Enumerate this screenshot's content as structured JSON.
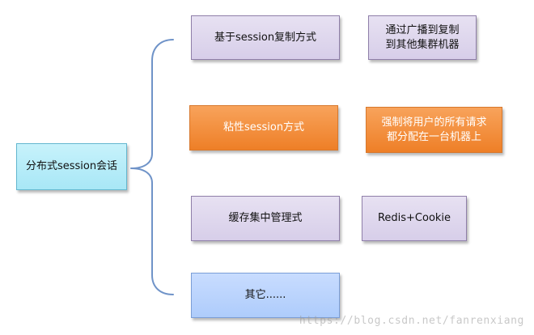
{
  "diagram": {
    "root": {
      "label": "分布式session会话"
    },
    "branches": [
      {
        "label": "基于session复制方式",
        "detail": "通过广播到复制\n到其他集群机器"
      },
      {
        "label": "粘性session方式",
        "detail": "强制将用户的所有请求\n都分配在一台机器上"
      },
      {
        "label": "缓存集中管理式",
        "detail": "Redis+Cookie"
      },
      {
        "label": "其它......"
      }
    ],
    "colors": {
      "root": "#a8e7f6",
      "lilac": "#d7cee9",
      "orange": "#ee7f27",
      "blue": "#aeccfb",
      "connector": "#6f93c8"
    }
  },
  "watermark": "https://blog.csdn.net/fanrenxiang"
}
